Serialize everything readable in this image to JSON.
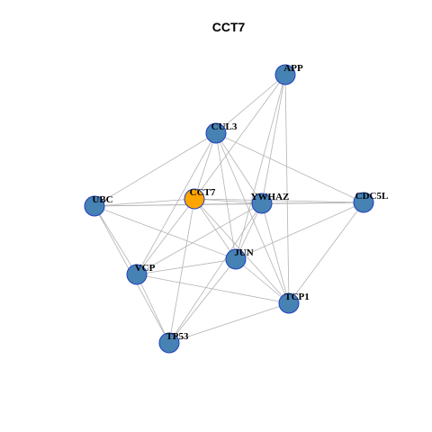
{
  "title": "CCT7",
  "colors": {
    "node_fill": "#4682b4",
    "highlight_fill": "#ffa500",
    "node_stroke": "#1f3fbf",
    "edge": "#b3b3b3"
  },
  "network": {
    "focus_node": "CCT7",
    "nodes": [
      "APP",
      "CUL3",
      "CCT7",
      "UBC",
      "YWHAZ",
      "CDC5L",
      "JUN",
      "VCP",
      "TCP1",
      "TP53"
    ],
    "edges": [
      [
        "APP",
        "CUL3"
      ],
      [
        "APP",
        "CCT7"
      ],
      [
        "APP",
        "YWHAZ"
      ],
      [
        "APP",
        "JUN"
      ],
      [
        "APP",
        "TCP1"
      ],
      [
        "CUL3",
        "UBC"
      ],
      [
        "CUL3",
        "CCT7"
      ],
      [
        "CUL3",
        "YWHAZ"
      ],
      [
        "CUL3",
        "CDC5L"
      ],
      [
        "CUL3",
        "JUN"
      ],
      [
        "CUL3",
        "VCP"
      ],
      [
        "CUL3",
        "TCP1"
      ],
      [
        "UBC",
        "CCT7"
      ],
      [
        "UBC",
        "YWHAZ"
      ],
      [
        "UBC",
        "CDC5L"
      ],
      [
        "UBC",
        "VCP"
      ],
      [
        "UBC",
        "TP53"
      ],
      [
        "UBC",
        "JUN"
      ],
      [
        "CCT7",
        "YWHAZ"
      ],
      [
        "CCT7",
        "CDC5L"
      ],
      [
        "CCT7",
        "JUN"
      ],
      [
        "CCT7",
        "TCP1"
      ],
      [
        "CCT7",
        "VCP"
      ],
      [
        "CCT7",
        "TP53"
      ],
      [
        "YWHAZ",
        "CDC5L"
      ],
      [
        "YWHAZ",
        "JUN"
      ],
      [
        "YWHAZ",
        "TCP1"
      ],
      [
        "YWHAZ",
        "VCP"
      ],
      [
        "YWHAZ",
        "TP53"
      ],
      [
        "CDC5L",
        "JUN"
      ],
      [
        "CDC5L",
        "TCP1"
      ],
      [
        "JUN",
        "VCP"
      ],
      [
        "JUN",
        "TCP1"
      ],
      [
        "JUN",
        "TP53"
      ],
      [
        "VCP",
        "TCP1"
      ],
      [
        "VCP",
        "TP53"
      ],
      [
        "TCP1",
        "TP53"
      ]
    ]
  }
}
